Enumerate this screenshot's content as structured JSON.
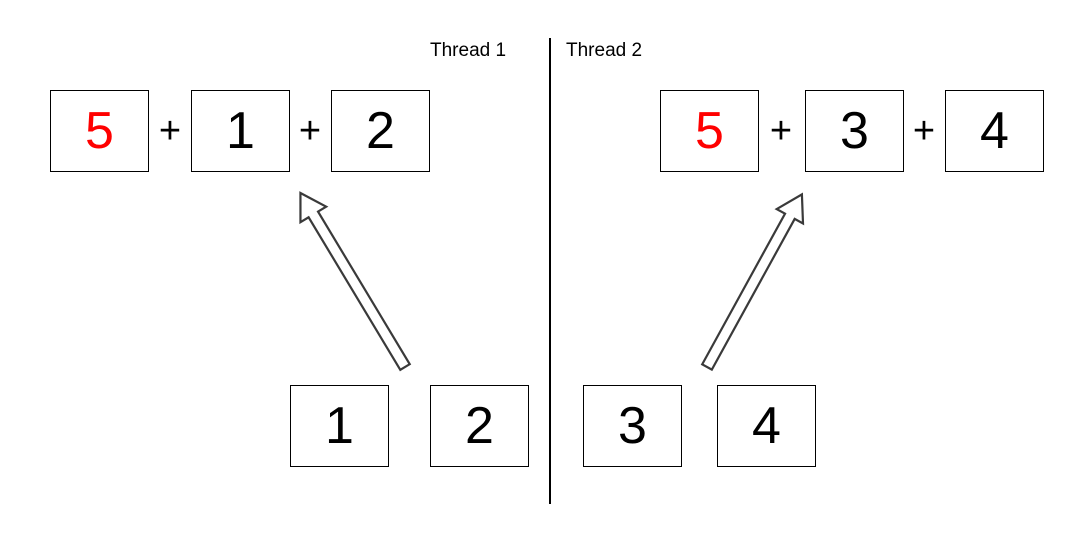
{
  "diagram": {
    "title_left": "Thread 1",
    "title_right": "Thread 2",
    "threads": [
      {
        "name": "Thread 1",
        "expression": {
          "terms": [
            {
              "value": "5",
              "color": "#ff0000"
            },
            {
              "value": "1",
              "color": "#000000"
            },
            {
              "value": "2",
              "color": "#000000"
            }
          ],
          "operators": [
            "+",
            "+"
          ]
        },
        "operands": [
          {
            "value": "1"
          },
          {
            "value": "2"
          }
        ],
        "arrow": {
          "direction": "up-left",
          "from_label": "2",
          "to_label": "1"
        }
      },
      {
        "name": "Thread 2",
        "expression": {
          "terms": [
            {
              "value": "5",
              "color": "#ff0000"
            },
            {
              "value": "3",
              "color": "#000000"
            },
            {
              "value": "4",
              "color": "#000000"
            }
          ],
          "operators": [
            "+",
            "+"
          ]
        },
        "operands": [
          {
            "value": "3"
          },
          {
            "value": "4"
          }
        ],
        "arrow": {
          "direction": "up-right",
          "from_label": "3",
          "to_label": "4"
        }
      }
    ],
    "colors": {
      "accent_red": "#ff0000",
      "line": "#000000",
      "arrow_stroke": "#3a3a3a",
      "background": "#ffffff"
    }
  }
}
